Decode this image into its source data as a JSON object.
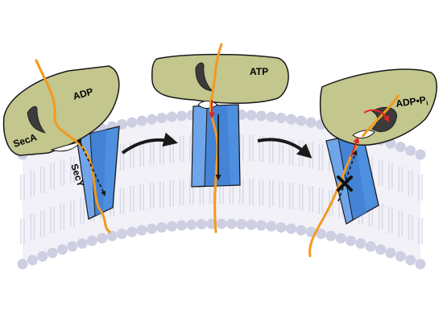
{
  "labels": {
    "seca": "SecA",
    "secy": "SecY",
    "state1": "ADP",
    "state2": "ATP",
    "state3": "ADP•P",
    "state3_subscript": "i"
  },
  "colors": {
    "background": "#ffffff",
    "membrane_head": "#cfcfe3",
    "membrane_tail": "#dcdcea",
    "seca_fill": "#c3c68d",
    "secy_fill": "#4f8fe0",
    "secy_fill_dark": "#3f7ccf",
    "substrate": "#f39a1e",
    "red_arrow": "#e02626",
    "outline": "#1a1a1a"
  },
  "icons": {
    "step_arrow": "curved-arrow-right",
    "blocked": "x-cross-mark"
  }
}
